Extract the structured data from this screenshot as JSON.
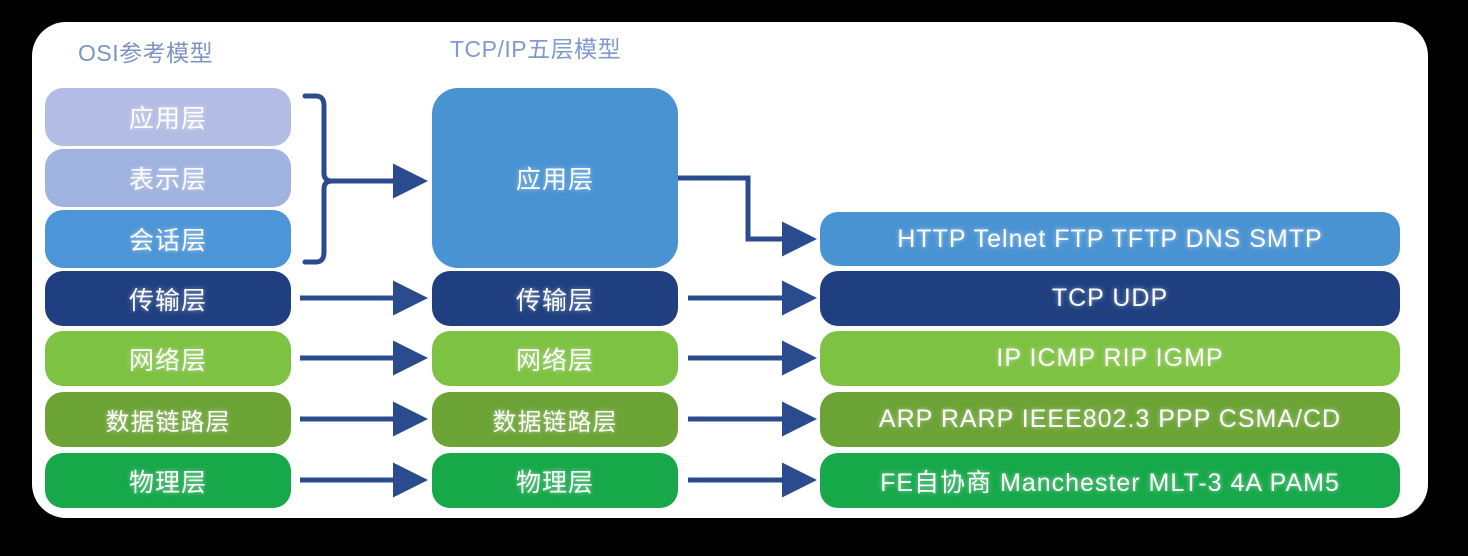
{
  "titles": {
    "osi": "OSI参考模型",
    "tcpip": "TCP/IP五层模型"
  },
  "colors": {
    "background": "#000000",
    "card": "#ffffff",
    "title_text": "#7d93c4",
    "arrow": "#2a4b8d",
    "bracket": "#2a4b8d",
    "layer_application": "#b3bce4",
    "layer_presentation": "#9fb2e0",
    "layer_session": "#4c95d6",
    "layer_transport": "#1f3f80",
    "layer_network": "#7dc242",
    "layer_datalink": "#6ba335",
    "layer_physical": "#17a84a",
    "tcp_application": "#4a93d3"
  },
  "osi_model": {
    "layers": [
      {
        "label": "应用层",
        "color": "#b3bce4"
      },
      {
        "label": "表示层",
        "color": "#9fb2e0"
      },
      {
        "label": "会话层",
        "color": "#4c95d6"
      },
      {
        "label": "传输层",
        "color": "#1f3f80"
      },
      {
        "label": "网络层",
        "color": "#7dc242"
      },
      {
        "label": "数据链路层",
        "color": "#6ba335"
      },
      {
        "label": "物理层",
        "color": "#17a84a"
      }
    ]
  },
  "tcpip_model": {
    "layers": [
      {
        "label": "应用层",
        "color": "#4a93d3"
      },
      {
        "label": "传输层",
        "color": "#1f3f80"
      },
      {
        "label": "网络层",
        "color": "#7dc242"
      },
      {
        "label": "数据链路层",
        "color": "#6ba335"
      },
      {
        "label": "物理层",
        "color": "#17a84a"
      }
    ]
  },
  "protocols": {
    "rows": [
      {
        "label": "HTTP Telnet FTP TFTP DNS SMTP",
        "color": "#4a93d3"
      },
      {
        "label": "TCP     UDP",
        "color": "#1f3f80"
      },
      {
        "label": "IP ICMP RIP IGMP",
        "color": "#7dc242"
      },
      {
        "label": "ARP RARP IEEE802.3 PPP CSMA/CD",
        "color": "#6ba335"
      },
      {
        "label": "FE自协商 Manchester MLT-3 4A PAM5",
        "color": "#17a84a"
      }
    ]
  },
  "connectors": {
    "bracket_description": "curly brace grouping OSI application, presentation and session layers",
    "arrows": [
      "osi-group-to-tcpip-application",
      "osi-transport-to-tcpip-transport",
      "osi-network-to-tcpip-network",
      "osi-datalink-to-tcpip-datalink",
      "osi-physical-to-tcpip-physical",
      "tcpip-application-to-protocols-application",
      "tcpip-transport-to-protocols-transport",
      "tcpip-network-to-protocols-network",
      "tcpip-datalink-to-protocols-datalink",
      "tcpip-physical-to-protocols-physical"
    ]
  }
}
